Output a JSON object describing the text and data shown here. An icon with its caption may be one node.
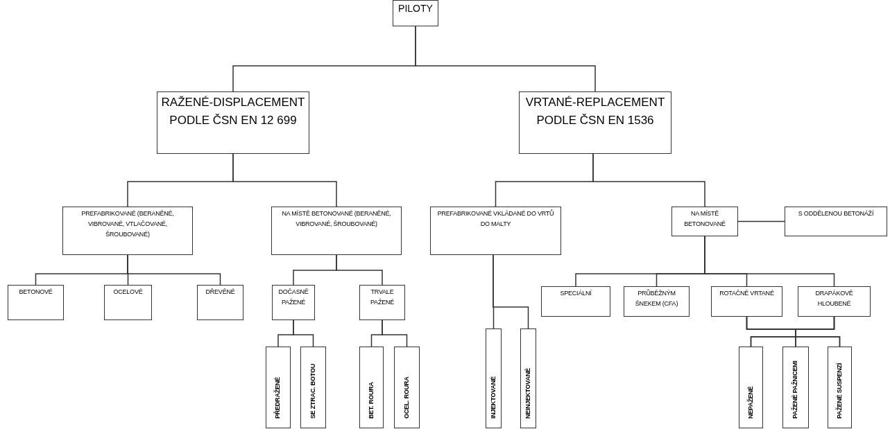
{
  "diagram": {
    "nodes": [
      {
        "text": [
          "PILOTY"
        ]
      },
      {
        "text": [
          "RAŽENÉ-DISPLACEMENT PODLE ČSN EN 12 699"
        ]
      },
      {
        "text": [
          "VRTANÉ-REPLACEMENT PODLE ČSN EN 1536"
        ]
      },
      {
        "text": [
          "PREFABRIKOVANÉ (BERANĚNÉ, VIBROVANÉ, VTLAČOVANÉ, ŠROUBOVANÉ)"
        ]
      },
      {
        "text": [
          "NA MÍSTĚ BETONOVANÉ (BERANĚNÉ, VIBROVANÉ, ŠROUBOVANÉ)"
        ]
      },
      {
        "text": [
          "PREFABRIKOVANÉ VKLÁDANÉ DO VRTŮ DO MALTY"
        ]
      },
      {
        "text": [
          "NA MÍSTĚ BETONOVANÉ"
        ]
      },
      {
        "text": [
          "S ODDĚLENOU BETONÁŽÍ"
        ]
      },
      {
        "text": [
          "BETONOVÉ"
        ]
      },
      {
        "text": [
          "OCELOVÉ"
        ]
      },
      {
        "text": [
          "DŘEVĚNÉ"
        ]
      },
      {
        "text": [
          "DOČASNĚ PAŽENÉ"
        ]
      },
      {
        "text": [
          "TRVALE PAŽENÉ"
        ]
      },
      {
        "text": [
          "SPECIÁLNÍ"
        ]
      },
      {
        "text": [
          "PRŮBĚŽNÝM ŠNEKEM (CFA)"
        ]
      },
      {
        "text": [
          "ROTAČNĚ VRTANÉ"
        ]
      },
      {
        "text": [
          "DRAPÁKOVĚ HLOUBENÉ"
        ]
      },
      {
        "text": [
          "INJEKTOVANÉ"
        ]
      },
      {
        "text": [
          "NEINJEKTOVANÉ"
        ]
      },
      {
        "text": [
          "PŘEDRAŽENÉ"
        ]
      },
      {
        "text": [
          "SE ZTRAC. BOTOU"
        ]
      },
      {
        "text": [
          "BET. ROURA"
        ]
      },
      {
        "text": [
          "OCEL. ROURA"
        ]
      },
      {
        "text": [
          "NEPAŽENÉ"
        ]
      },
      {
        "text": [
          "PAŽENÉ PAŽNICEMI"
        ]
      },
      {
        "text": [
          "PAŽENÉ SUSPENZÍ"
        ]
      }
    ],
    "edges": [
      {
        "from": 0,
        "to": 1,
        "arrow": "none"
      },
      {
        "from": 0,
        "to": 2,
        "arrow": "none"
      },
      {
        "from": 1,
        "to": 3,
        "arrow": "none"
      },
      {
        "from": 1,
        "to": 4,
        "arrow": "none"
      },
      {
        "from": 2,
        "to": 5,
        "arrow": "none"
      },
      {
        "from": 2,
        "to": 6,
        "arrow": "none"
      },
      {
        "from": 6,
        "to": 7,
        "arrow": "none"
      },
      {
        "from": 3,
        "to": 8,
        "arrow": "none"
      },
      {
        "from": 3,
        "to": 9,
        "arrow": "none"
      },
      {
        "from": 3,
        "to": 10,
        "arrow": "none"
      },
      {
        "from": 4,
        "to": 11,
        "arrow": "none"
      },
      {
        "from": 4,
        "to": 12,
        "arrow": "none"
      },
      {
        "from": 6,
        "to": 13,
        "arrow": "none"
      },
      {
        "from": 6,
        "to": 14,
        "arrow": "none"
      },
      {
        "from": 6,
        "to": 15,
        "arrow": "none"
      },
      {
        "from": 6,
        "to": 16,
        "arrow": "none"
      },
      {
        "from": 5,
        "to": 17,
        "arrow": "none"
      },
      {
        "from": 5,
        "to": 18,
        "arrow": "none"
      },
      {
        "from": 11,
        "to": 19,
        "arrow": "none"
      },
      {
        "from": 11,
        "to": 20,
        "arrow": "none"
      },
      {
        "from": 12,
        "to": 21,
        "arrow": "none"
      },
      {
        "from": 12,
        "to": 22,
        "arrow": "none"
      },
      {
        "from": 15,
        "to": 23,
        "arrow": "none"
      },
      {
        "from": 15,
        "to": 24,
        "arrow": "none"
      },
      {
        "from": 15,
        "to": 25,
        "arrow": "none"
      },
      {
        "from": 16,
        "to": 23,
        "arrow": "none"
      },
      {
        "from": 16,
        "to": 24,
        "arrow": "none"
      },
      {
        "from": 16,
        "to": 25,
        "arrow": "none"
      }
    ]
  }
}
